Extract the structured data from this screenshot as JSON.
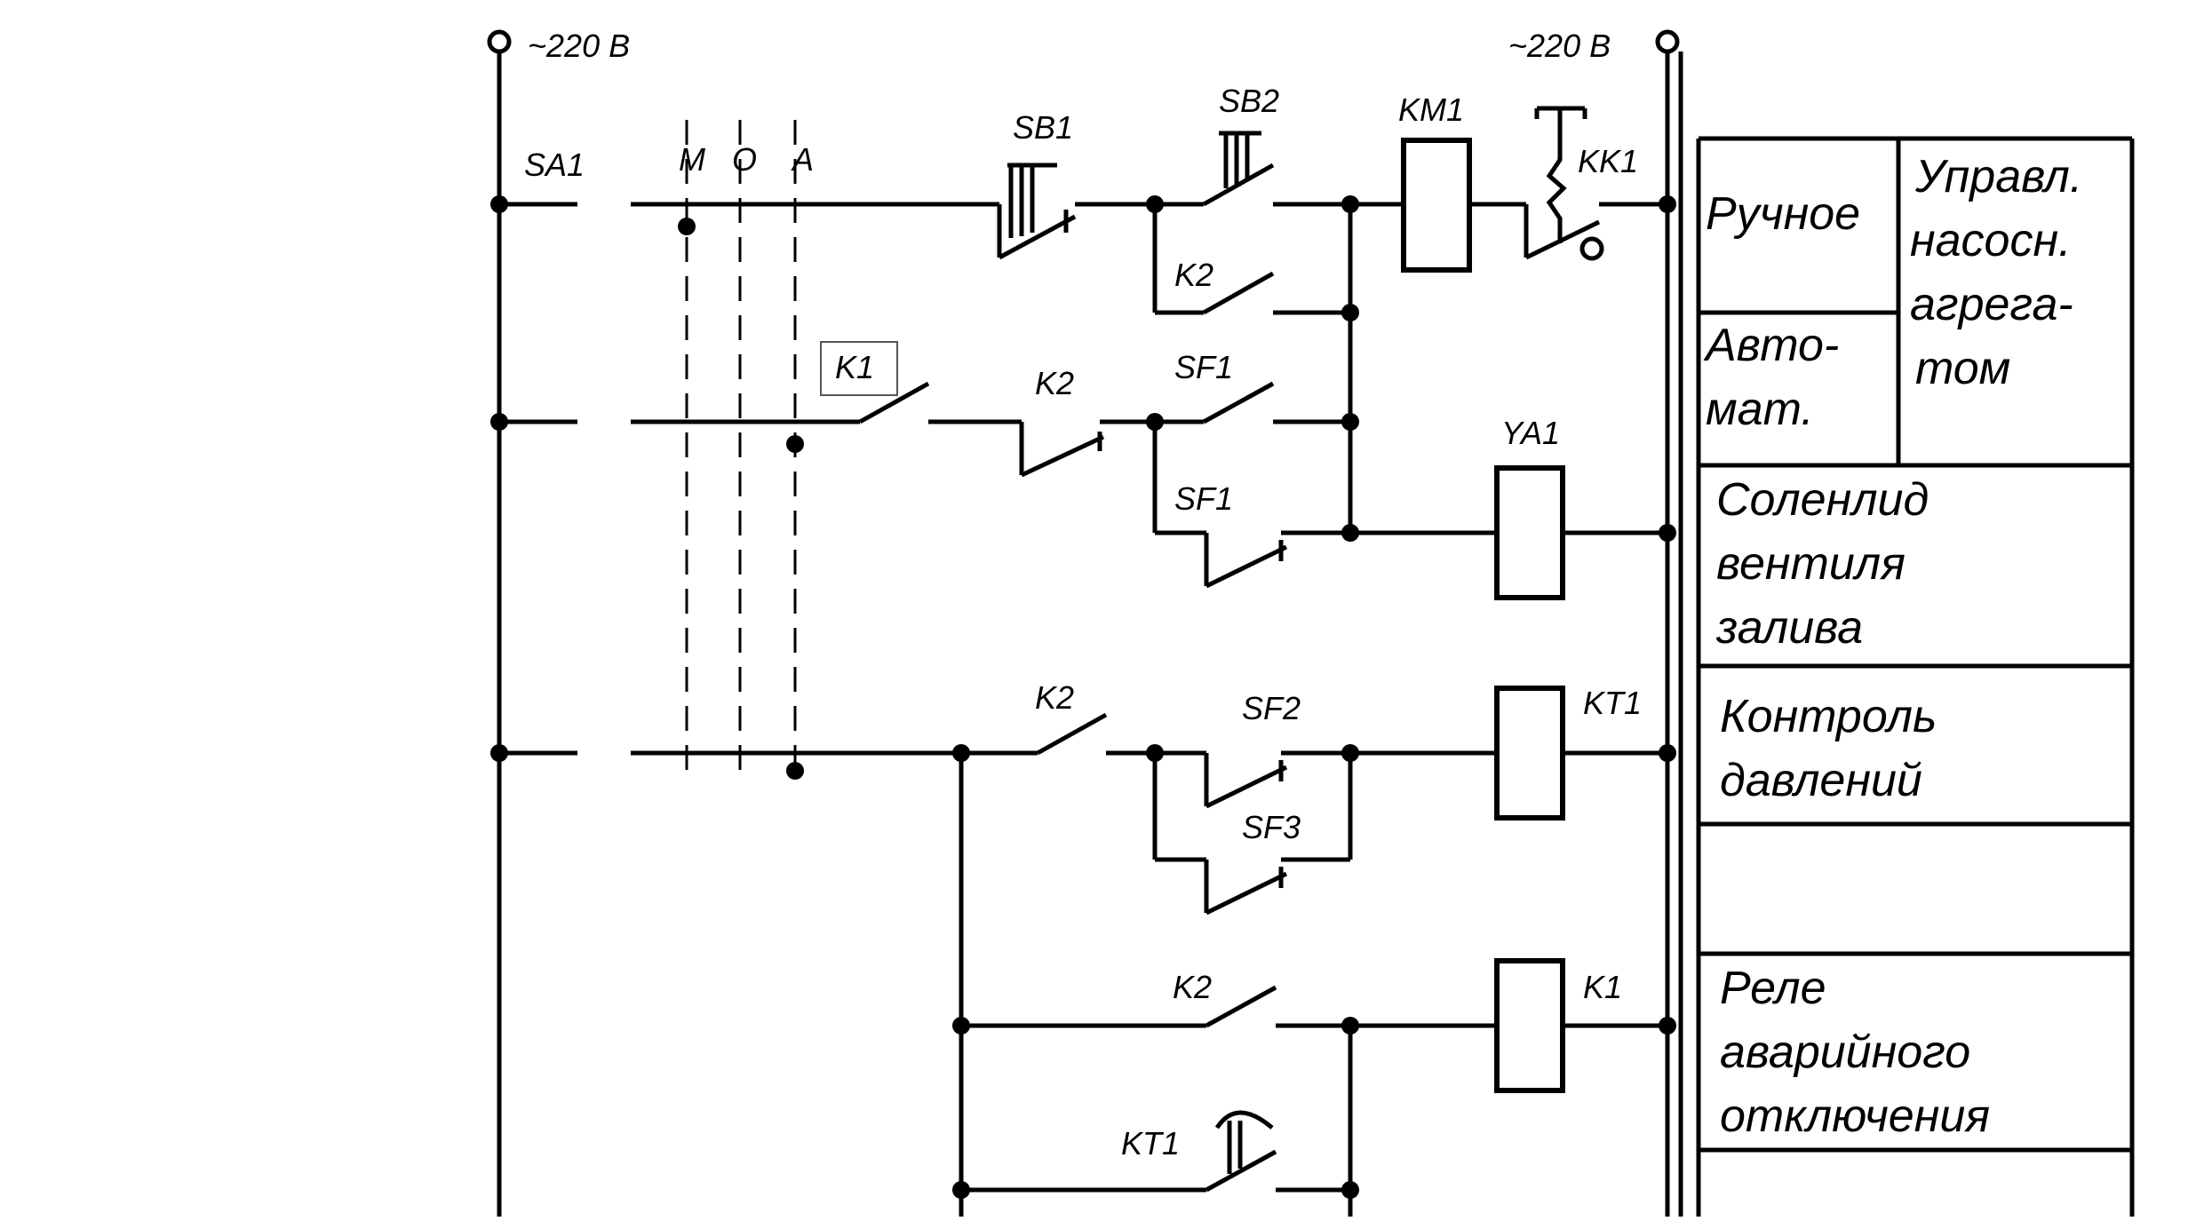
{
  "supply": {
    "left_label": "~220 В",
    "right_label": "~220 В"
  },
  "switch_sa1": {
    "name": "SA1",
    "positions": [
      "М",
      "О",
      "А"
    ]
  },
  "components": {
    "sb1": "SB1",
    "sb2": "SB2",
    "km1": "KM1",
    "kk1": "KK1",
    "k2_hold": "K2",
    "k1_contact": "K1",
    "k2_row2": "K2",
    "sf1_no": "SF1",
    "sf1_nc": "SF1",
    "ya1": "YA1",
    "k2_row4": "K2",
    "sf2": "SF2",
    "sf3": "SF3",
    "kt1_coil": "KT1",
    "k2_row6": "K2",
    "k1_coil": "K1",
    "kt1_contact": "KT1"
  },
  "legend_table": {
    "manual": "Ручное",
    "auto_line1": "Авто-",
    "auto_line2": "мат.",
    "pump_line1": "Управл.",
    "pump_line2": "насосн.",
    "pump_line3": "агрега-",
    "pump_line4": "том",
    "solenoid_line1": "Соленлид",
    "solenoid_line2": "вентиля",
    "solenoid_line3": "залива",
    "pressure_line1": "Контроль",
    "pressure_line2": "давлений",
    "relay_line1": "Реле",
    "relay_line2": "аварийного",
    "relay_line3": "отключения"
  }
}
